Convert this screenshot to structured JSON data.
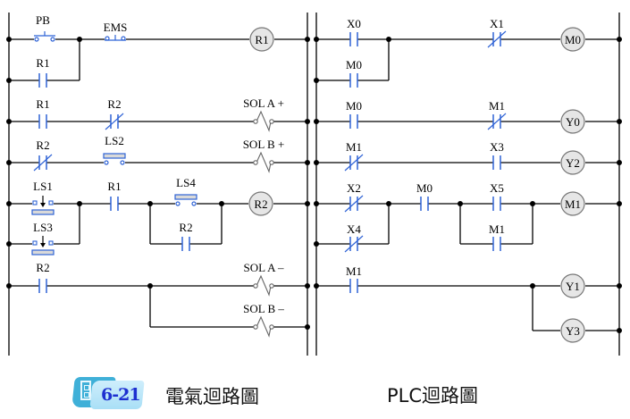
{
  "colors": {
    "wire": "#000000",
    "contact": "#2f63d6",
    "coil_fill": "#e6e6e6",
    "coil_stroke": "#777777",
    "solenoid": "#666666",
    "sensor_fill": "#d9d9d9"
  },
  "electrical": {
    "caption": "電氣迴路圖",
    "figure_number": "6-21",
    "rungs": [
      {
        "contacts": [
          {
            "label": "PB",
            "type": "pushbutton-no"
          },
          {
            "label": "EMS",
            "type": "pushbutton-nc"
          }
        ],
        "output": {
          "label": "R1",
          "type": "coil"
        }
      },
      {
        "contacts": [
          {
            "label": "R1",
            "type": "no"
          }
        ],
        "branch_of": 0
      },
      {
        "contacts": [
          {
            "label": "R1",
            "type": "no"
          },
          {
            "label": "R2",
            "type": "nc"
          }
        ],
        "output": {
          "label": "SOL A +",
          "type": "solenoid"
        }
      },
      {
        "contacts": [
          {
            "label": "R2",
            "type": "nc"
          },
          {
            "label": "LS2",
            "type": "limit-switch"
          }
        ],
        "output": {
          "label": "SOL B +",
          "type": "solenoid"
        }
      },
      {
        "contacts": [
          {
            "label": "LS1",
            "type": "limit-switch-roller"
          },
          {
            "label": "R1",
            "type": "no"
          },
          {
            "label": "LS4",
            "type": "limit-switch"
          }
        ],
        "output": {
          "label": "R2",
          "type": "coil"
        }
      },
      {
        "contacts": [
          {
            "label": "LS3",
            "type": "limit-switch-roller"
          },
          {
            "label": "R2",
            "type": "no"
          }
        ],
        "branch_of": 4
      },
      {
        "contacts": [
          {
            "label": "R2",
            "type": "no"
          }
        ],
        "output": {
          "label": "SOL A –",
          "type": "solenoid"
        }
      },
      {
        "output": {
          "label": "SOL B –",
          "type": "solenoid"
        },
        "branch_of": 6
      }
    ]
  },
  "plc": {
    "caption": "PLC迴路圖",
    "rungs": [
      {
        "contacts": [
          {
            "label": "X0",
            "type": "no"
          },
          {
            "label": "X1",
            "type": "nc"
          }
        ],
        "output": {
          "label": "M0",
          "type": "coil"
        }
      },
      {
        "contacts": [
          {
            "label": "M0",
            "type": "no"
          }
        ],
        "branch_of": 0
      },
      {
        "contacts": [
          {
            "label": "M0",
            "type": "no"
          },
          {
            "label": "M1",
            "type": "nc"
          }
        ],
        "output": {
          "label": "Y0",
          "type": "coil"
        }
      },
      {
        "contacts": [
          {
            "label": "M1",
            "type": "nc"
          },
          {
            "label": "X3",
            "type": "no"
          }
        ],
        "output": {
          "label": "Y2",
          "type": "coil"
        }
      },
      {
        "contacts": [
          {
            "label": "X2",
            "type": "nc"
          },
          {
            "label": "M0",
            "type": "no"
          },
          {
            "label": "X5",
            "type": "no"
          }
        ],
        "output": {
          "label": "M1",
          "type": "coil"
        }
      },
      {
        "contacts": [
          {
            "label": "X4",
            "type": "nc"
          },
          {
            "label": "M1",
            "type": "no"
          }
        ],
        "branch_of": 4
      },
      {
        "contacts": [
          {
            "label": "M1",
            "type": "no"
          }
        ],
        "output": {
          "label": "Y1",
          "type": "coil"
        }
      },
      {
        "output": {
          "label": "Y3",
          "type": "coil"
        },
        "branch_of": 6
      }
    ]
  }
}
